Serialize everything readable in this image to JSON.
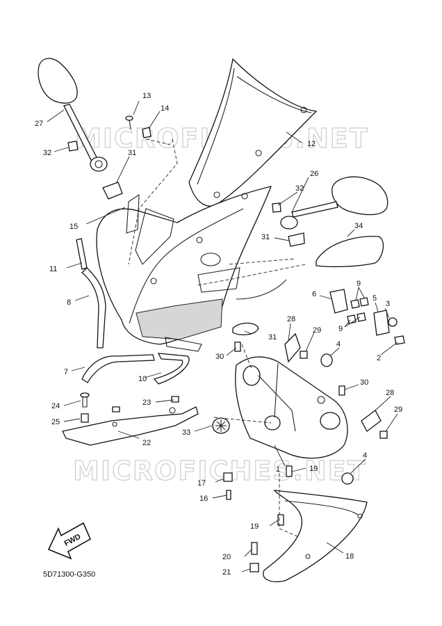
{
  "watermark": "MICROFICHES.NET",
  "diagram_code": "5D71300-G350",
  "fwd_label": "FWD",
  "callouts": [
    {
      "id": "c1",
      "text": "1"
    },
    {
      "id": "c2",
      "text": "2"
    },
    {
      "id": "c3",
      "text": "3"
    },
    {
      "id": "c4a",
      "text": "4"
    },
    {
      "id": "c4b",
      "text": "4"
    },
    {
      "id": "c5",
      "text": "5"
    },
    {
      "id": "c6",
      "text": "6"
    },
    {
      "id": "c7",
      "text": "7"
    },
    {
      "id": "c8",
      "text": "8"
    },
    {
      "id": "c9a",
      "text": "9"
    },
    {
      "id": "c9b",
      "text": "9"
    },
    {
      "id": "c10",
      "text": "10"
    },
    {
      "id": "c11",
      "text": "11"
    },
    {
      "id": "c12",
      "text": "12"
    },
    {
      "id": "c13",
      "text": "13"
    },
    {
      "id": "c14",
      "text": "14"
    },
    {
      "id": "c15",
      "text": "15"
    },
    {
      "id": "c16",
      "text": "16"
    },
    {
      "id": "c17",
      "text": "17"
    },
    {
      "id": "c18",
      "text": "18"
    },
    {
      "id": "c19a",
      "text": "19"
    },
    {
      "id": "c19b",
      "text": "19"
    },
    {
      "id": "c20",
      "text": "20"
    },
    {
      "id": "c21",
      "text": "21"
    },
    {
      "id": "c22",
      "text": "22"
    },
    {
      "id": "c23",
      "text": "23"
    },
    {
      "id": "c24",
      "text": "24"
    },
    {
      "id": "c25",
      "text": "25"
    },
    {
      "id": "c26",
      "text": "26"
    },
    {
      "id": "c27",
      "text": "27"
    },
    {
      "id": "c28a",
      "text": "28"
    },
    {
      "id": "c28b",
      "text": "28"
    },
    {
      "id": "c29a",
      "text": "29"
    },
    {
      "id": "c29b",
      "text": "29"
    },
    {
      "id": "c30a",
      "text": "30"
    },
    {
      "id": "c30b",
      "text": "30"
    },
    {
      "id": "c31a",
      "text": "31"
    },
    {
      "id": "c31b",
      "text": "31"
    },
    {
      "id": "c31c",
      "text": "31"
    },
    {
      "id": "c32a",
      "text": "32"
    },
    {
      "id": "c32b",
      "text": "32"
    },
    {
      "id": "c33",
      "text": "33"
    },
    {
      "id": "c34",
      "text": "34"
    }
  ]
}
